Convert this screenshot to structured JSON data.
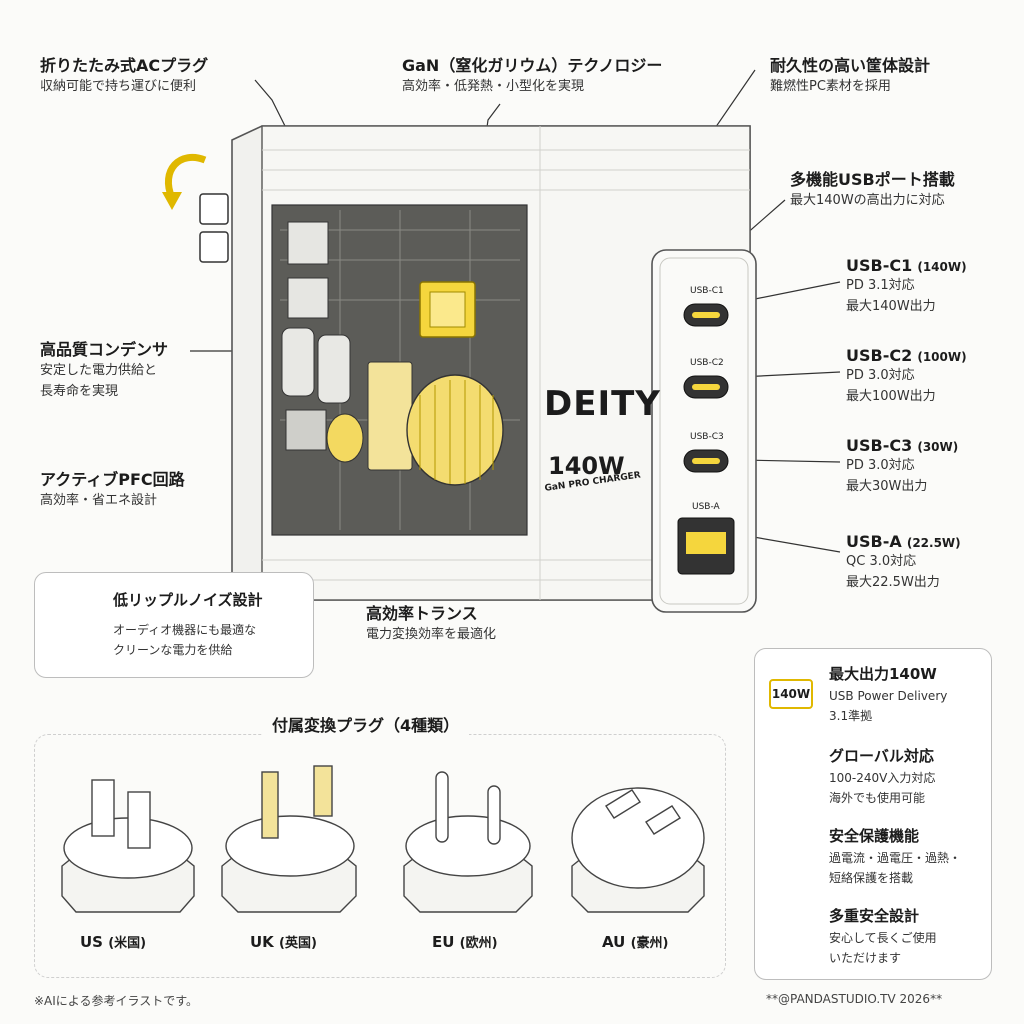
{
  "callouts": {
    "ac_plug": {
      "title": "折りたたみ式ACプラグ",
      "sub": "収納可能で持ち運びに便利"
    },
    "gan": {
      "title": "GaN（窒化ガリウム）テクノロジー",
      "sub": "高効率・低発熱・小型化を実現"
    },
    "housing": {
      "title": "耐久性の高い筐体設計",
      "sub": "難燃性PC素材を採用"
    },
    "usb_ports": {
      "title": "多機能USBポート搭載",
      "sub": "最大140Wの高出力に対応"
    },
    "capacitor": {
      "title": "高品質コンデンサ",
      "sub1": "安定した電力供給と",
      "sub2": "長寿命を実現"
    },
    "pfc": {
      "title": "アクティブPFC回路",
      "sub": "高効率・省エネ設計"
    },
    "transformer": {
      "title": "高効率トランス",
      "sub": "電力変換効率を最適化"
    }
  },
  "ports": [
    {
      "name": "USB-C1",
      "power": "(140W)",
      "line1": "PD 3.1対応",
      "line2": "最大140W出力",
      "tag": "USB-C1"
    },
    {
      "name": "USB-C2",
      "power": "(100W)",
      "line1": "PD 3.0対応",
      "line2": "最大100W出力",
      "tag": "USB-C2"
    },
    {
      "name": "USB-C3",
      "power": "(30W)",
      "line1": "PD 3.0対応",
      "line2": "最大30W出力",
      "tag": "USB-C3"
    },
    {
      "name": "USB-A",
      "power": "(22.5W)",
      "line1": "QC 3.0対応",
      "line2": "最大22.5W出力",
      "tag": "USB-A"
    }
  ],
  "product": {
    "brand": "DEITY",
    "watt": "140W",
    "model": "GaN PRO CHARGER"
  },
  "noise_box": {
    "title": "低リップルノイズ設計",
    "line1": "オーディオ機器にも最適な",
    "line2": "クリーンな電力を供給"
  },
  "features": [
    {
      "icon": "140w-badge-icon",
      "badge": "140W",
      "title": "最大出力140W",
      "line1": "USB Power Delivery",
      "line2": "3.1準拠"
    },
    {
      "icon": "globe-icon",
      "title": "グローバル対応",
      "line1": "100-240V入力対応",
      "line2": "海外でも使用可能"
    },
    {
      "icon": "thermometer-icon",
      "title": "安全保護機能",
      "line1": "過電流・過電圧・過熱・",
      "line2": "短絡保護を搭載"
    },
    {
      "icon": "shield-check-icon",
      "title": "多重安全設計",
      "line1": "安心して長くご使用",
      "line2": "いただけます"
    }
  ],
  "plugs": {
    "title": "付属変換プラグ（4種類）",
    "items": [
      {
        "code": "US",
        "region": "(米国)"
      },
      {
        "code": "UK",
        "region": "(英国)"
      },
      {
        "code": "EU",
        "region": "(欧州)"
      },
      {
        "code": "AU",
        "region": "(豪州)"
      }
    ]
  },
  "footer": {
    "note": "※AIによる参考イラストです。",
    "credit": "**@PANDASTUDIO.TV 2026**"
  },
  "colors": {
    "accent": "#f5d63d",
    "accent_dark": "#e0b800",
    "line": "#333333"
  }
}
